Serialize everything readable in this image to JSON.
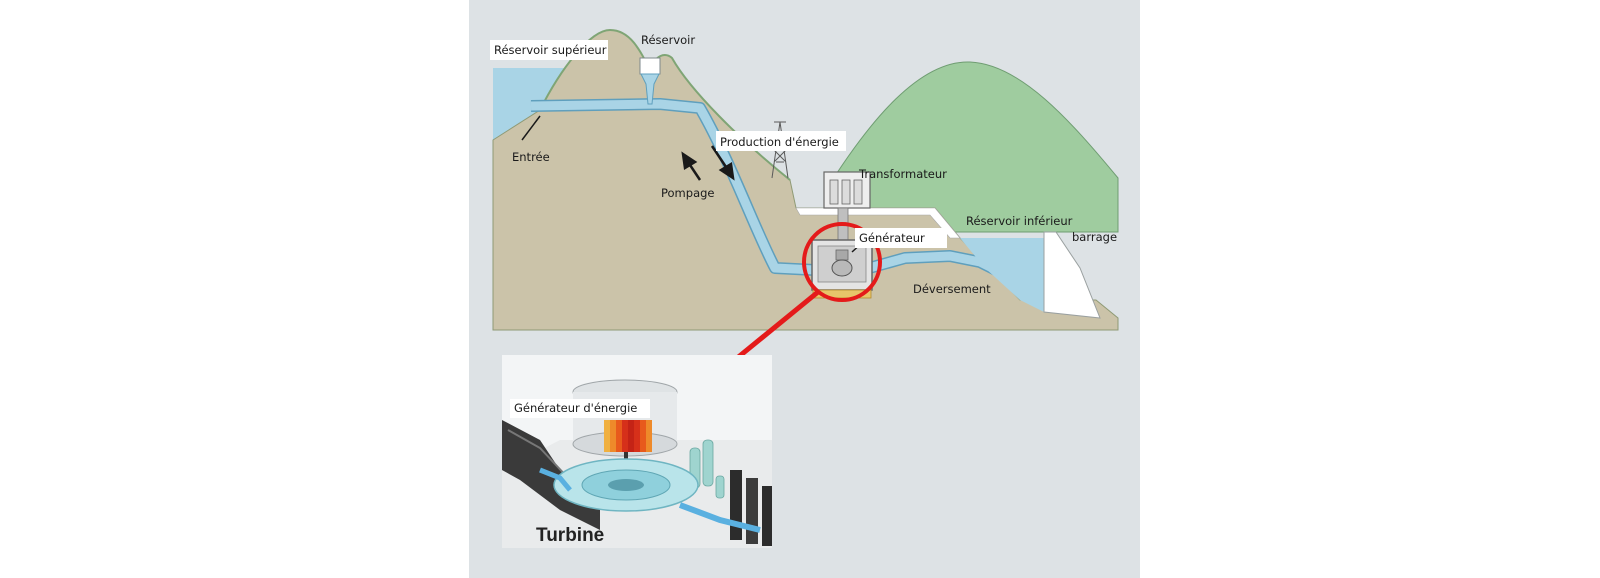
{
  "diagram": {
    "labels": {
      "upper_reservoir": "Réservoir supérieur",
      "reservoir": "Réservoir",
      "intake": "Entrée",
      "energy_production": "Production d'énergie",
      "pumping": "Pompage",
      "transformer": "Transformateur",
      "lower_reservoir": "Réservoir inférieur",
      "dam": "barrage",
      "generator": "Générateur",
      "discharge": "Déversement"
    },
    "inset": {
      "energy_generator": "Générateur d'énergie",
      "turbine": "Turbine"
    }
  },
  "colors": {
    "panel_bg": "#dde2e5",
    "terrain": "#cbc3a9",
    "terrain_edge": "#8f9a75",
    "water": "#a9d4e6",
    "water_edge": "#5f9fbd",
    "hill": "#9fcc9f",
    "hill_edge": "#6f9d72",
    "highlight": "#e41a1a",
    "label_box": "#ffffff"
  },
  "icons": {
    "transmission_tower": "transmission-tower-icon",
    "transformer": "transformer-icon",
    "generator": "generator-icon"
  }
}
